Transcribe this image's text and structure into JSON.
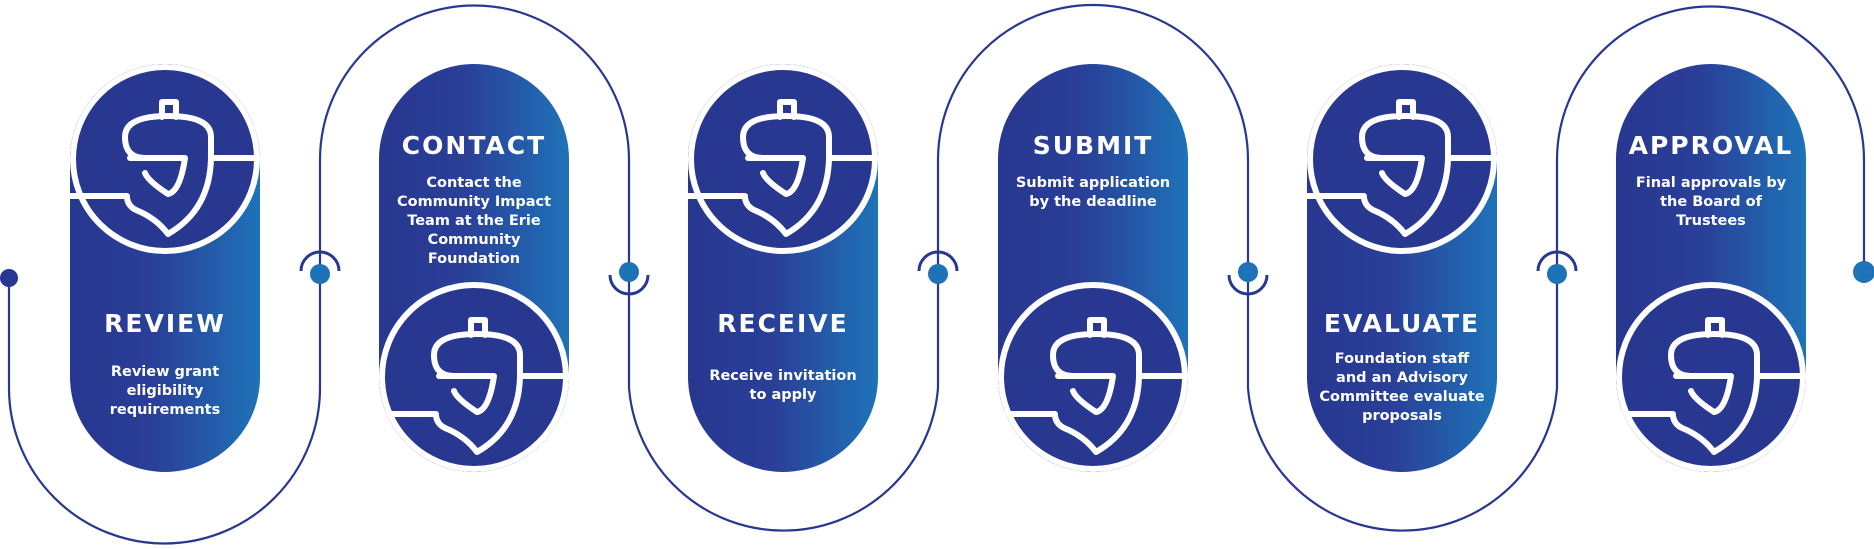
{
  "colors": {
    "line": "#283790",
    "dot": "#1e73b8",
    "pill_start": "#283790",
    "pill_end": "#1e73b8",
    "text": "#ffffff"
  },
  "steps": [
    {
      "title": "REVIEW",
      "description": "Review grant eligibility requirements",
      "icon": "acorn-icon"
    },
    {
      "title": "CONTACT",
      "description": "Contact the Community Impact Team at the Erie Community Foundation",
      "icon": "acorn-icon"
    },
    {
      "title": "RECEIVE",
      "description": "Receive invitation to apply",
      "icon": "acorn-icon"
    },
    {
      "title": "SUBMIT",
      "description": "Submit application by the deadline",
      "icon": "acorn-icon"
    },
    {
      "title": "EVALUATE",
      "description": "Foundation staff and an Advisory Committee evaluate proposals",
      "icon": "acorn-icon"
    },
    {
      "title": "APPROVAL",
      "description": "Final approvals by the Board of Trustees",
      "icon": "acorn-icon"
    }
  ]
}
